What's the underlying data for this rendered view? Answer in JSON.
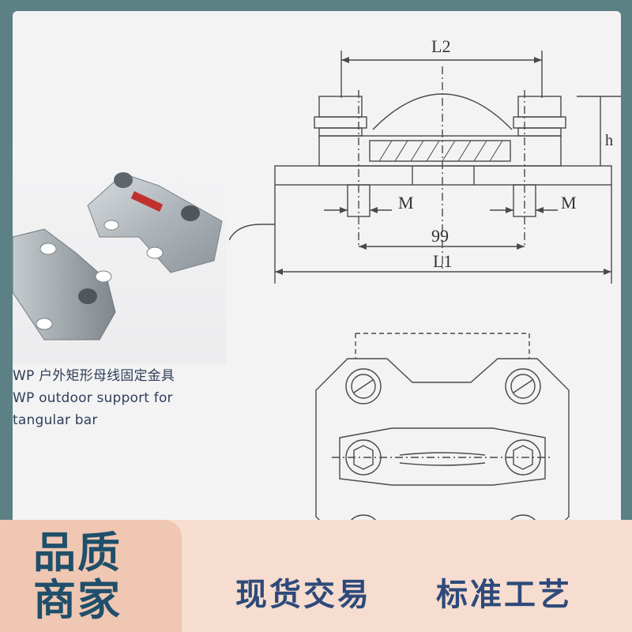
{
  "product_caption": {
    "line1": "WP 户外矩形母线固定金具",
    "line2": "WP outdoor support for",
    "line3": "tangular bar"
  },
  "drawing_labels": {
    "l2": "L2",
    "l1": "L1",
    "m_left": "M",
    "m_right": "M",
    "spacing": "99",
    "h": "h"
  },
  "badge": {
    "line1": "品质",
    "line2": "商家"
  },
  "slogans": {
    "left": "现货交易",
    "right": "标准工艺"
  },
  "colors": {
    "frame": "#5b8184",
    "badge_bg": "#f0c7b2",
    "banner_bg": "#f6ddd0",
    "badge_text": "#1f4f6b",
    "slogan_text": "#2e4a7a"
  }
}
